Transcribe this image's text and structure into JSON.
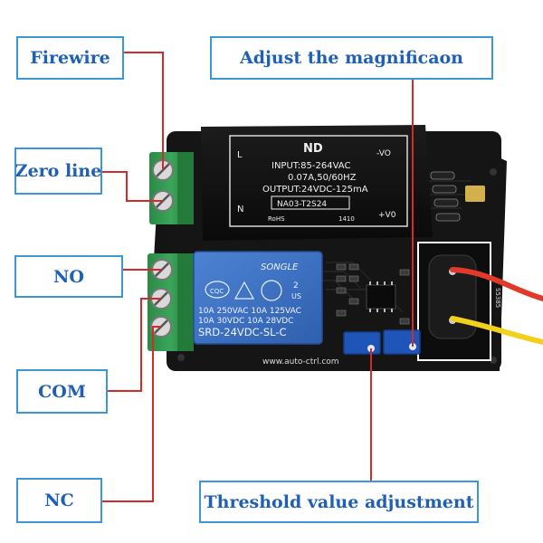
{
  "callouts": {
    "firewire": "Firewire",
    "zero_line": "Zero line",
    "no": "NO",
    "com": "COM",
    "nc": "NC",
    "magnification": "Adjust the magnificaon",
    "threshold": "Threshold value adjustment"
  },
  "power_module": {
    "logo": "ND",
    "l": "L",
    "n": "N",
    "minus_vo": "-VO",
    "plus_vo": "+V0",
    "input": "INPUT:85-264VAC",
    "freq": "0.07A,50/60HZ",
    "output": "OUTPUT:24VDC-125mA",
    "model": "NA03-T2S24",
    "rohs": "RoHS",
    "date": "1410"
  },
  "relay": {
    "brand": "SONGLE",
    "cqc": "CQC",
    "ul_num": "2",
    "us": "US",
    "rating1": "10A 250VAC  10A 125VAC",
    "rating2": "10A  30VDC  10A  28VDC",
    "model": "SRD-24VDC-SL-C"
  },
  "board": {
    "url": "www.auto-ctrl.com",
    "serial": "S5385"
  },
  "colors": {
    "callout_border": "#3b97d6",
    "callout_text": "#1f5fb4",
    "leader_line": "#d42a2a",
    "pcb": "#141414",
    "terminal": "#2f9a4f",
    "relay": "#3f73c6",
    "potentiometer": "#1f55b8"
  }
}
